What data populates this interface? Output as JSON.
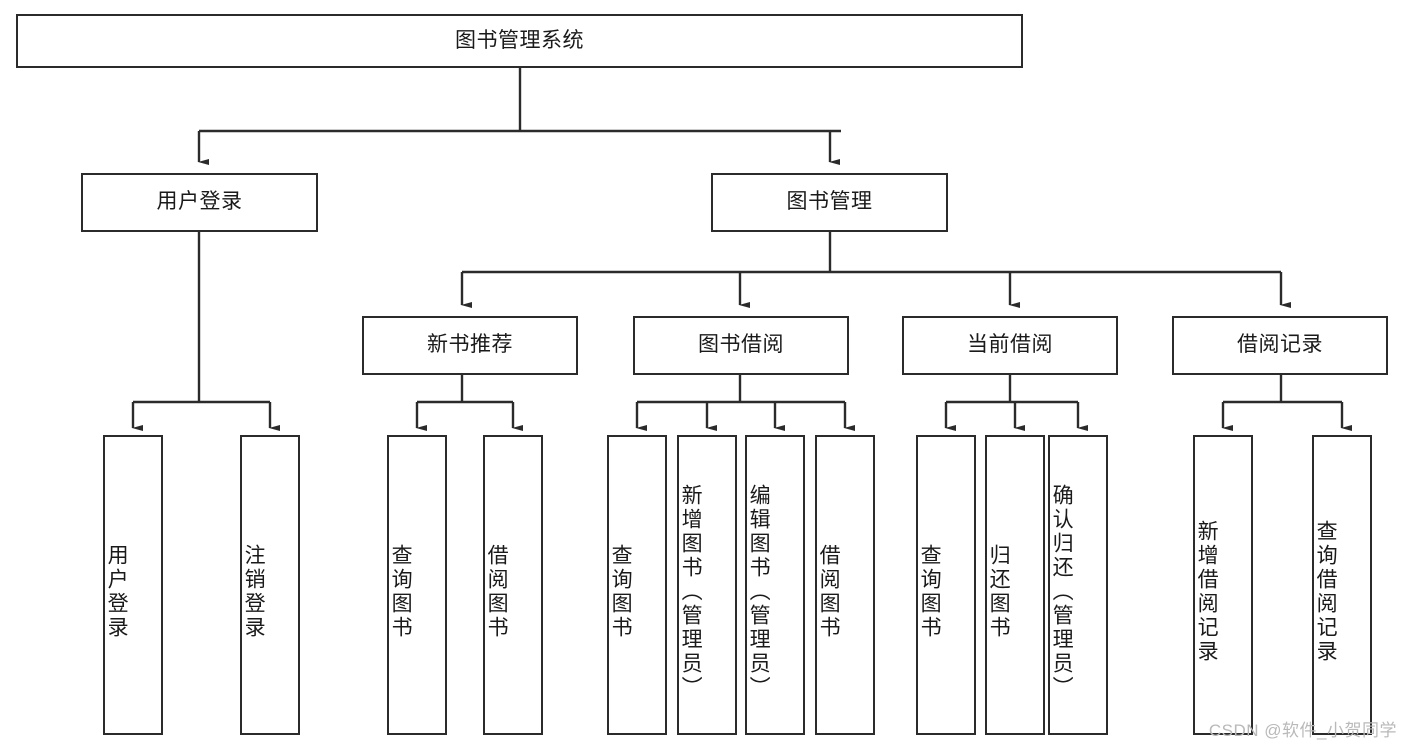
{
  "diagram": {
    "title": "图书管理系统",
    "type": "tree-hierarchy",
    "watermark": "CSDN @软件_小贺同学",
    "colors": {
      "stroke": "#2b2b2b",
      "fill": "#ffffff",
      "text": "#1a1a1a",
      "watermark": "#b9b9b9"
    },
    "nodes": {
      "root": {
        "label": "图书管理系统",
        "level": 1
      },
      "l2": [
        {
          "label": "用户登录",
          "level": 2
        },
        {
          "label": "图书管理",
          "level": 2
        }
      ],
      "l3": [
        {
          "label": "新书推荐",
          "level": 3
        },
        {
          "label": "图书借阅",
          "level": 3
        },
        {
          "label": "当前借阅",
          "level": 3
        },
        {
          "label": "借阅记录",
          "level": 3
        }
      ],
      "leaves_user_login": [
        {
          "label": "用户登录"
        },
        {
          "label": "注销登录"
        }
      ],
      "leaves_new_book": [
        {
          "label": "查询图书"
        },
        {
          "label": "借阅图书"
        }
      ],
      "leaves_borrow": [
        {
          "label": "查询图书"
        },
        {
          "label": "新增图书（管理员）"
        },
        {
          "label": "编辑图书（管理员）"
        },
        {
          "label": "借阅图书"
        }
      ],
      "leaves_current": [
        {
          "label": "查询图书"
        },
        {
          "label": "归还图书"
        },
        {
          "label": "确认归还（管理员）"
        }
      ],
      "leaves_records": [
        {
          "label": "新增借阅记录"
        },
        {
          "label": "查询借阅记录"
        }
      ]
    }
  }
}
